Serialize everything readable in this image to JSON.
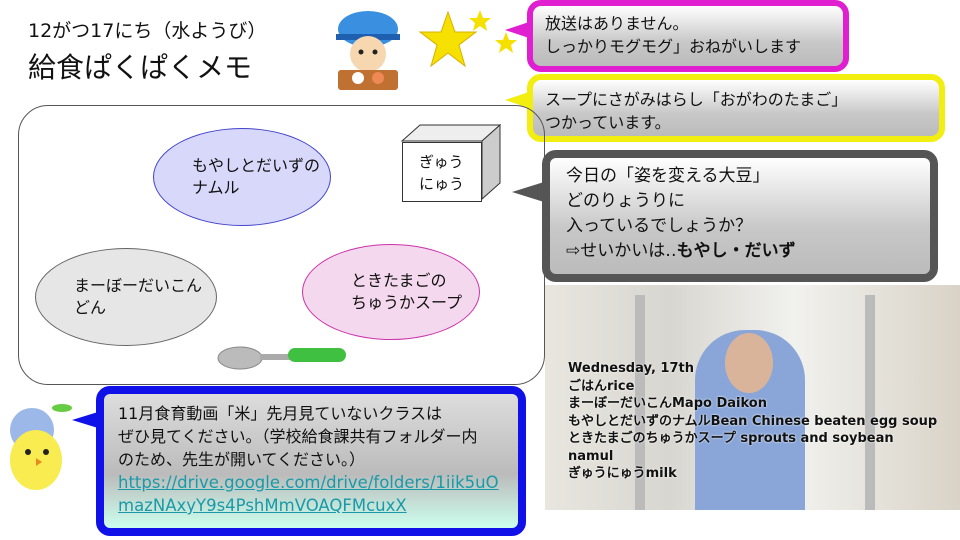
{
  "header": {
    "date": "12がつ17にち（水ようび）",
    "title": "給食ぱくぱくメモ"
  },
  "bubbles": {
    "b1": [
      "放送はありません。",
      "しっかりモグモグ」おねがいします"
    ],
    "b2": [
      "スープにさがみはらし「おがわのたまご」",
      "つかっています。"
    ],
    "b3": [
      "今日の「姿を変える大豆」",
      "どのりょうりに",
      "入っているでしょうか？"
    ],
    "b3_answer_prefix": "⇨せいかいは‥",
    "b3_answer": "もやし・だいず"
  },
  "menu_items": {
    "namul": [
      "もやしとだいずの",
      "ナムル"
    ],
    "milk": [
      "ぎゅう",
      "にゅう"
    ],
    "mapo": [
      "まーぼーだいこん",
      "どん"
    ],
    "soup": [
      "ときたまごの",
      "ちゅうかスープ"
    ]
  },
  "notice": {
    "lines": [
      "11月食育動画「米」先月見ていないクラスは",
      "ぜひ見てください。（学校給食課共有フォルダー内",
      "のため、先生が開いてください。）"
    ],
    "link": "https://drive.google.com/drive/folders/1iik5uOmazNAxyY9s4PshMmVOAQFMcuxX"
  },
  "video_caption": [
    "Wednesday, 17th",
    "ごはんrice",
    "まーぼーだいこんMapo Daikon",
    "もやしとだいずのナムルBean Chinese beaten egg soup",
    "ときたまごのちゅうかスープ sprouts and soybean",
    "namul",
    "ぎゅうにゅうmilk"
  ],
  "colors": {
    "magenta": "#e020d0",
    "yellow": "#f2ee10",
    "gray": "#555555",
    "blue": "#1010e8",
    "link": "#1a9aa8"
  }
}
